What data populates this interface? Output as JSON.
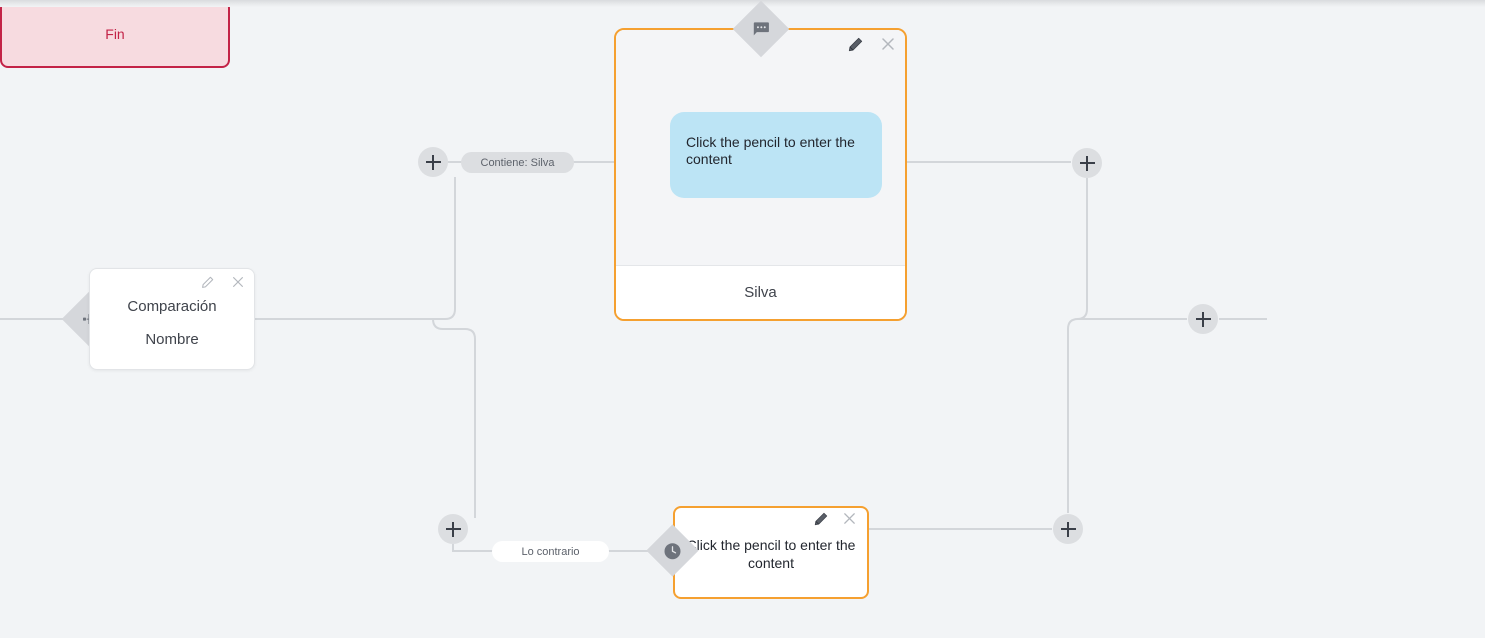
{
  "canvas": {
    "background": "#f2f4f6",
    "edge_color": "#d3d6da"
  },
  "nodes": {
    "comparison": {
      "name": "comparison-node",
      "badge_icon": "sitemap-icon",
      "title": "Comparación",
      "subtitle": "Nombre",
      "edit_icon": "pencil-icon",
      "close_icon": "close-icon"
    },
    "message": {
      "name": "message-node",
      "badge_icon": "chat-bubble-icon",
      "bubble_text": "Click the pencil to enter the content",
      "footer_text": "Silva",
      "edit_icon": "pencil-icon",
      "close_icon": "close-icon",
      "accent": "#f5a030",
      "bubble_color": "#bce4f5"
    },
    "delay": {
      "name": "delay-node",
      "badge_icon": "clock-icon",
      "text": "Click the pencil to enter the content",
      "edit_icon": "pencil-icon",
      "close_icon": "close-icon",
      "accent": "#f5a030"
    },
    "end": {
      "name": "end-node",
      "label": "Fin",
      "accent": "#c32347",
      "background": "#f7dbe0"
    }
  },
  "edge_labels": {
    "branch_true": "Contiene: Silva",
    "branch_false": "Lo contrario"
  },
  "add_buttons": [
    {
      "name": "add-step-branch-true",
      "icon": "plus-icon"
    },
    {
      "name": "add-step-branch-false",
      "icon": "plus-icon"
    },
    {
      "name": "add-step-after-message",
      "icon": "plus-icon"
    },
    {
      "name": "add-step-after-delay",
      "icon": "plus-icon"
    },
    {
      "name": "add-step-before-end",
      "icon": "plus-icon"
    }
  ]
}
